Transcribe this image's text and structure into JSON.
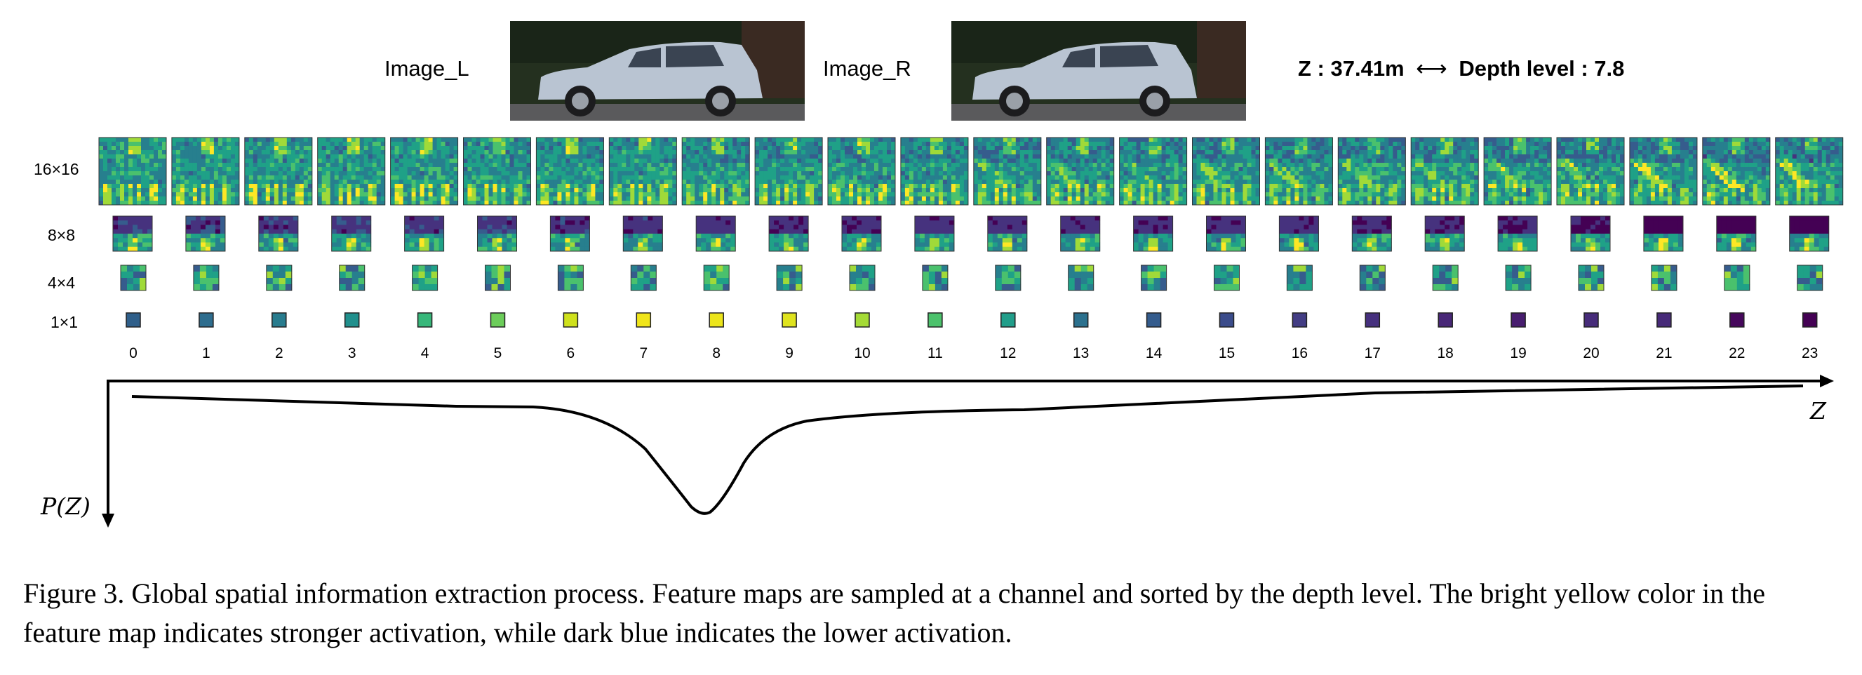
{
  "figure": {
    "image_left_label": "Image_L",
    "image_right_label": "Image_R",
    "depth_readout": {
      "z_text": "Z : 37.41m",
      "arrow": "⟷",
      "depth_text": "Depth level : 7.8"
    },
    "row_labels": [
      "16×16",
      "8×8",
      "4×4",
      "1×1"
    ],
    "depth_indices": [
      "0",
      "1",
      "2",
      "3",
      "4",
      "5",
      "6",
      "7",
      "8",
      "9",
      "10",
      "11",
      "12",
      "13",
      "14",
      "15",
      "16",
      "17",
      "18",
      "19",
      "20",
      "21",
      "22",
      "23"
    ],
    "activation_1x1_colors": [
      "#2f5f8a",
      "#2e6d8e",
      "#287c8e",
      "#21908d",
      "#37b77a",
      "#6ccd5a",
      "#cfe11c",
      "#f0e51a",
      "#ece51b",
      "#dfe31e",
      "#a5db36",
      "#4cc26c",
      "#219e8a",
      "#2c718e",
      "#345c8d",
      "#3b4c8b",
      "#433d84",
      "#46307e",
      "#482777",
      "#481d6f",
      "#472c7a",
      "#472a79",
      "#46085c",
      "#440154"
    ],
    "axis": {
      "x_label": "Z",
      "y_label": "P(Z)"
    },
    "caption": "Figure 3. Global spatial information extraction process. Feature maps are sampled at a channel and sorted by the depth level. The bright yellow color in the feature map indicates stronger activation, while dark blue indicates the lower activation."
  }
}
